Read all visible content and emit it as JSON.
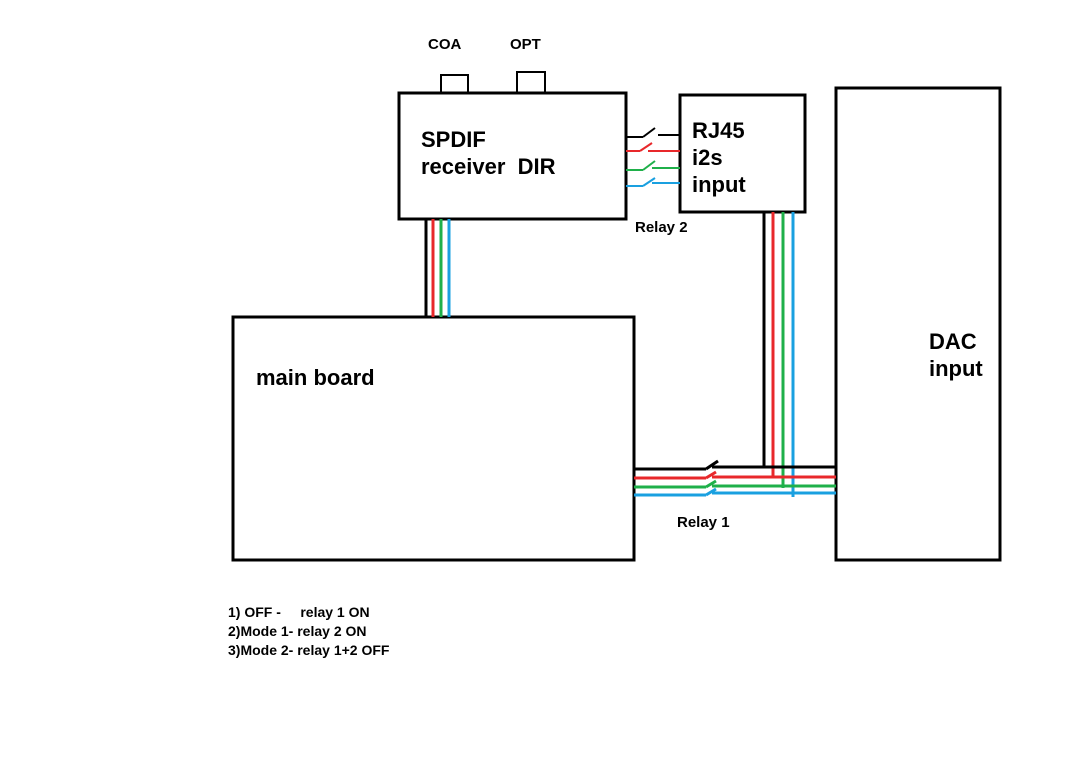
{
  "colors": {
    "outline": "#000000",
    "wire_black": "#000000",
    "wire_red": "#e8282b",
    "wire_green": "#1fb04a",
    "wire_blue": "#1aa0e0",
    "background": "#ffffff"
  },
  "blocks": {
    "spdif": {
      "line1": "SPDIF",
      "line2": "receiver  DIR"
    },
    "rj45": {
      "line1": "RJ45",
      "line2": "i2s",
      "line3": "input"
    },
    "dac": {
      "line1": "DAC",
      "line2": "input"
    },
    "main": {
      "label": "main board"
    }
  },
  "connectors": {
    "coa": "COA",
    "opt": "OPT"
  },
  "relays": {
    "relay1": "Relay 1",
    "relay2": "Relay 2"
  },
  "modes": [
    {
      "text": "1) OFF -     relay 1 ON"
    },
    {
      "text": "2)Mode 1- relay 2 ON"
    },
    {
      "text": "3)Mode 2- relay 1+2 OFF"
    }
  ]
}
